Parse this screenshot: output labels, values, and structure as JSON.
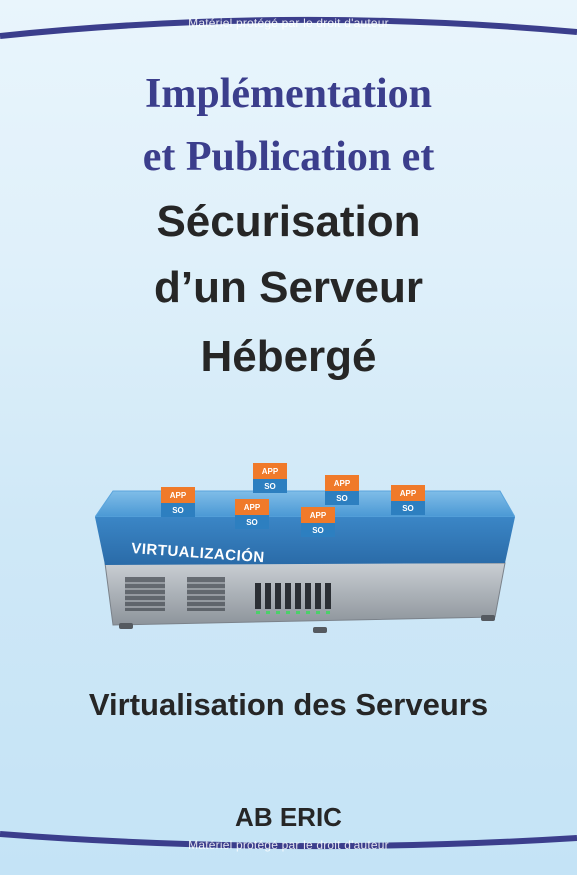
{
  "watermark": {
    "text": "Matériel protégé par le droit d'auteur"
  },
  "title": {
    "line1": "Implémentation",
    "line2": "et Publication  et",
    "line3": "Sécurisation",
    "line4": "d’un Serveur",
    "line5": "Hébergé"
  },
  "illustration": {
    "platform_label": "VIRTUALIZACIÓN",
    "box_top_label": "APP",
    "box_bottom_label": "SO",
    "colors": {
      "app_orange": "#f07a2a",
      "so_blue": "#2d7fc0",
      "platform_blue": "#3d8fd0",
      "server_gray": "#9ca3aa"
    }
  },
  "subtitle": "Virtualisation des Serveurs",
  "author": "AB ERIC",
  "colors": {
    "title_serif": "#3b3e8c",
    "title_sans": "#262626",
    "edge_line": "#3b3e8c"
  }
}
